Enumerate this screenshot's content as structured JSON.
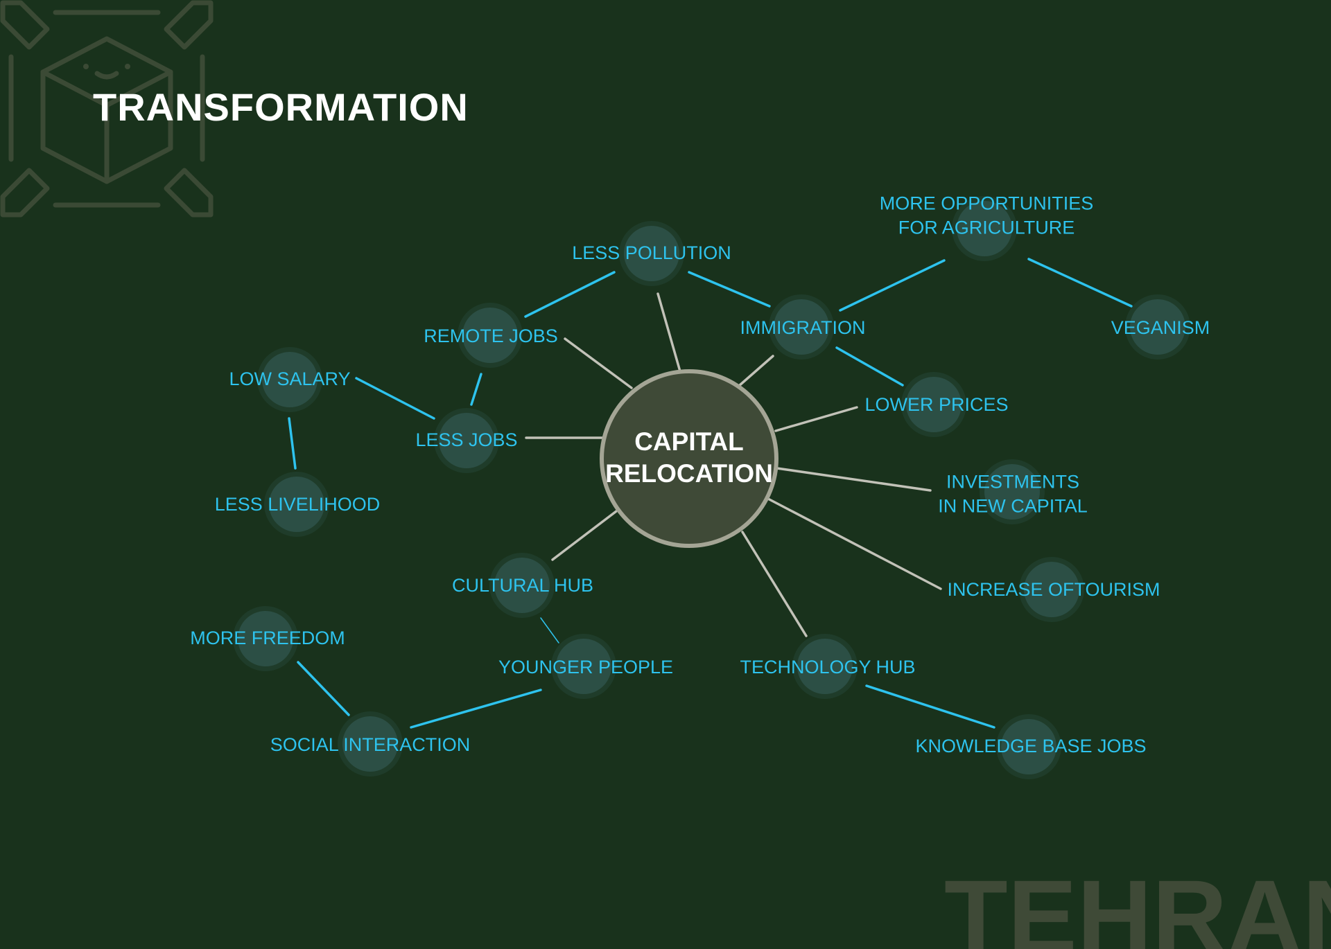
{
  "title": "TRANSFORMATION",
  "watermark": "TEHRAN",
  "icon": "cube-with-arrows-icon",
  "colors": {
    "background": "#19321c",
    "label": "#2ec3ee",
    "center_fill": "#3f4a37",
    "center_ring": "#a4a595",
    "gray_line": "#c2c2b8",
    "node_dot": "#2c4f45"
  },
  "center": {
    "id": "capital-relocation",
    "lines": [
      "CAPITAL",
      "RELOCATION"
    ]
  },
  "nodes": [
    {
      "id": "less-pollution",
      "lines": [
        "LESS POLLUTION"
      ]
    },
    {
      "id": "more-opportunities",
      "lines": [
        "MORE OPPORTUNITIES",
        "FOR AGRICULTURE"
      ]
    },
    {
      "id": "remote-jobs",
      "lines": [
        "REMOTE JOBS"
      ]
    },
    {
      "id": "immigration",
      "lines": [
        "IMMIGRATION"
      ]
    },
    {
      "id": "veganism",
      "lines": [
        "VEGANISM"
      ]
    },
    {
      "id": "low-salary",
      "lines": [
        "LOW SALARY"
      ]
    },
    {
      "id": "lower-prices",
      "lines": [
        "LOWER PRICES"
      ]
    },
    {
      "id": "less-jobs",
      "lines": [
        "LESS JOBS"
      ]
    },
    {
      "id": "investments",
      "lines": [
        "INVESTMENTS",
        "IN NEW CAPITAL"
      ]
    },
    {
      "id": "less-livelihood",
      "lines": [
        "LESS LIVELIHOOD"
      ]
    },
    {
      "id": "cultural-hub",
      "lines": [
        "CULTURAL HUB"
      ]
    },
    {
      "id": "increase-tourism",
      "lines": [
        "INCREASE OFTOURISM"
      ]
    },
    {
      "id": "more-freedom",
      "lines": [
        "MORE FREEDOM"
      ]
    },
    {
      "id": "younger-people",
      "lines": [
        "YOUNGER PEOPLE"
      ]
    },
    {
      "id": "technology-hub",
      "lines": [
        "TECHNOLOGY HUB"
      ]
    },
    {
      "id": "social-interaction",
      "lines": [
        "SOCIAL INTERACTION"
      ]
    },
    {
      "id": "knowledge-jobs",
      "lines": [
        "KNOWLEDGE BASE JOBS"
      ]
    }
  ],
  "edges": [
    {
      "from": "capital-relocation",
      "to": "less-pollution",
      "style": "gray"
    },
    {
      "from": "capital-relocation",
      "to": "remote-jobs",
      "style": "gray"
    },
    {
      "from": "capital-relocation",
      "to": "immigration",
      "style": "gray"
    },
    {
      "from": "capital-relocation",
      "to": "less-jobs",
      "style": "gray"
    },
    {
      "from": "capital-relocation",
      "to": "lower-prices",
      "style": "gray"
    },
    {
      "from": "capital-relocation",
      "to": "investments",
      "style": "gray"
    },
    {
      "from": "capital-relocation",
      "to": "increase-tourism",
      "style": "gray"
    },
    {
      "from": "capital-relocation",
      "to": "technology-hub",
      "style": "gray"
    },
    {
      "from": "capital-relocation",
      "to": "cultural-hub",
      "style": "gray"
    },
    {
      "from": "less-pollution",
      "to": "remote-jobs",
      "style": "blue"
    },
    {
      "from": "less-pollution",
      "to": "immigration",
      "style": "blue"
    },
    {
      "from": "immigration",
      "to": "more-opportunities",
      "style": "blue"
    },
    {
      "from": "more-opportunities",
      "to": "veganism",
      "style": "blue"
    },
    {
      "from": "immigration",
      "to": "lower-prices",
      "style": "blue"
    },
    {
      "from": "remote-jobs",
      "to": "less-jobs",
      "style": "blue"
    },
    {
      "from": "low-salary",
      "to": "less-jobs",
      "style": "blue"
    },
    {
      "from": "low-salary",
      "to": "less-livelihood",
      "style": "blue"
    },
    {
      "from": "cultural-hub",
      "to": "younger-people",
      "style": "thin"
    },
    {
      "from": "younger-people",
      "to": "social-interaction",
      "style": "blue"
    },
    {
      "from": "more-freedom",
      "to": "social-interaction",
      "style": "blue"
    },
    {
      "from": "technology-hub",
      "to": "knowledge-jobs",
      "style": "blue"
    }
  ]
}
